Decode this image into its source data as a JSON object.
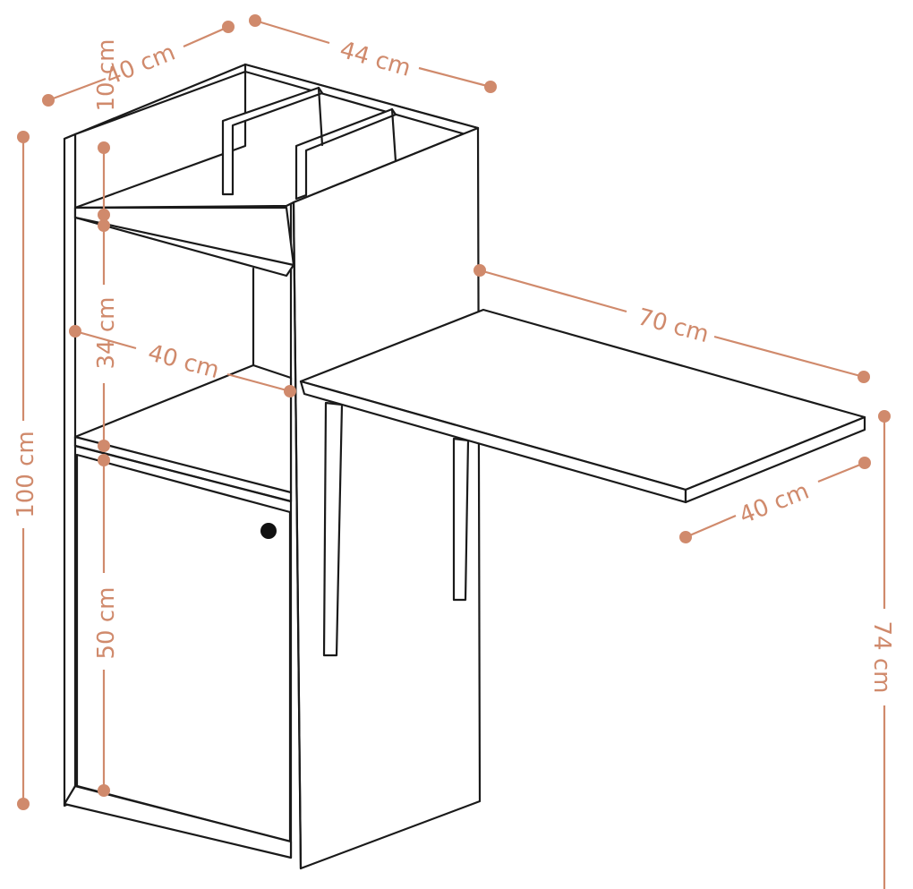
{
  "dimensions": {
    "top_depth": "40 cm",
    "top_width": "44 cm",
    "top_shelf_height": "10 cm",
    "total_height": "100 cm",
    "middle_shelf_height": "34 cm",
    "cabinet_height": "50 cm",
    "shelf_depth": "40 cm",
    "desk_width": "70 cm",
    "desk_depth": "40 cm",
    "desk_height": "74 cm"
  },
  "colors": {
    "dimension": "#d08a6c",
    "outline": "#1a1a1a",
    "background": "#ffffff"
  }
}
